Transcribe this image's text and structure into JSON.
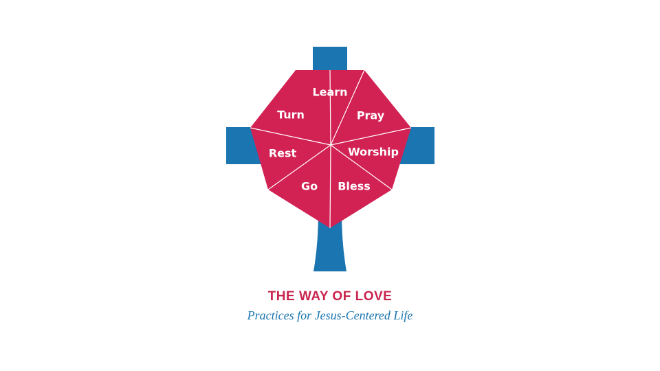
{
  "colors": {
    "cross": "#1a75b0",
    "octagon": "#d22254",
    "divider": "#ffffff",
    "label": "#ffffff",
    "title": "#c8244d",
    "subtitle": "#1a75b0"
  },
  "segments": [
    {
      "label": "Learn"
    },
    {
      "label": "Pray"
    },
    {
      "label": "Worship"
    },
    {
      "label": "Bless"
    },
    {
      "label": "Go"
    },
    {
      "label": "Rest"
    },
    {
      "label": "Turn"
    }
  ],
  "logo": {
    "title": "THE WAY OF LOVE",
    "subtitle": "Practices for Jesus-Centered Life"
  }
}
